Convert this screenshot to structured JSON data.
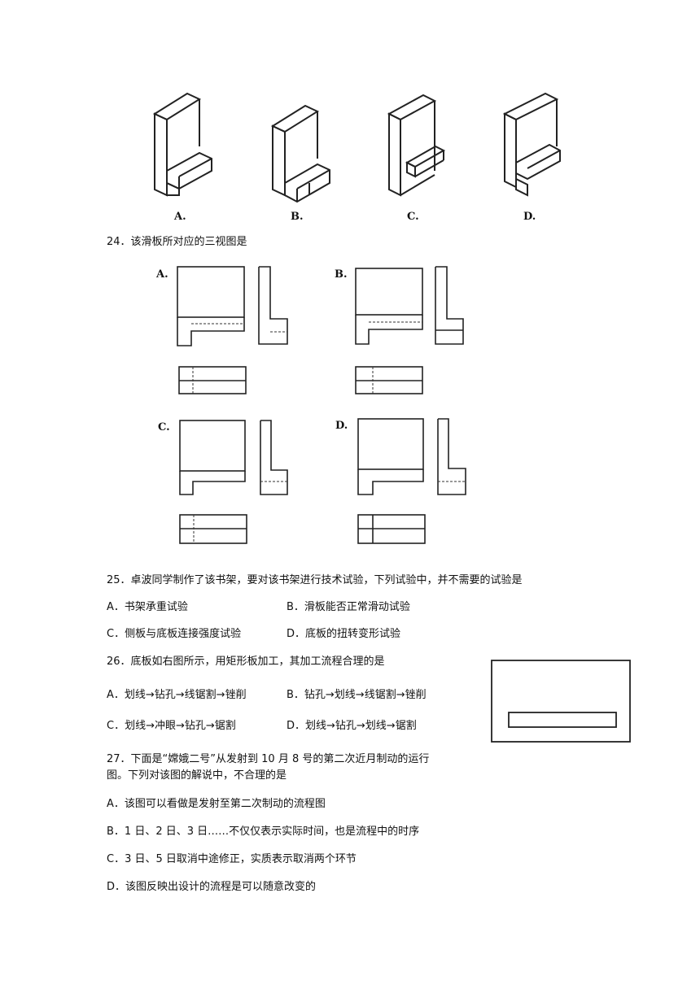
{
  "iso_options": [
    "A.",
    "B.",
    "C.",
    "D."
  ],
  "q24": {
    "text": "24．该滑板所对应的三视图是",
    "labels": [
      "A.",
      "B.",
      "C.",
      "D."
    ]
  },
  "q25": {
    "text": "25．卓波同学制作了该书架，要对该书架进行技术试验，下列试验中，并不需要的试验是",
    "options": [
      "A．书架承重试验",
      "B．滑板能否正常滑动试验",
      "C．侧板与底板连接强度试验",
      "D．底板的扭转变形试验"
    ]
  },
  "q26": {
    "text": "26．底板如右图所示，用矩形板加工，其加工流程合理的是",
    "options": [
      "A．划线→钻孔→线锯割→锉削",
      "B．钻孔→划线→线锯割→锉削",
      "C．划线→冲眼→钻孔→锯割",
      "D．划线→钻孔→划线→锯割"
    ]
  },
  "q27": {
    "text_line1": "27．下面是“嫦娥二号”从发射到 10 月 8 号的第二次近月制动的运行",
    "text_line2": "图。下列对该图的解说中，不合理的是",
    "options": [
      "A．该图可以看做是发射至第二次制动的流程图",
      "B．1 日、2 日、3 日……不仅仅表示实际时间，也是流程中的时序",
      "C．3 日、5 日取消中途修正，实质表示取消两个环节",
      "D．该图反映出设计的流程是可以随意改变的"
    ]
  }
}
